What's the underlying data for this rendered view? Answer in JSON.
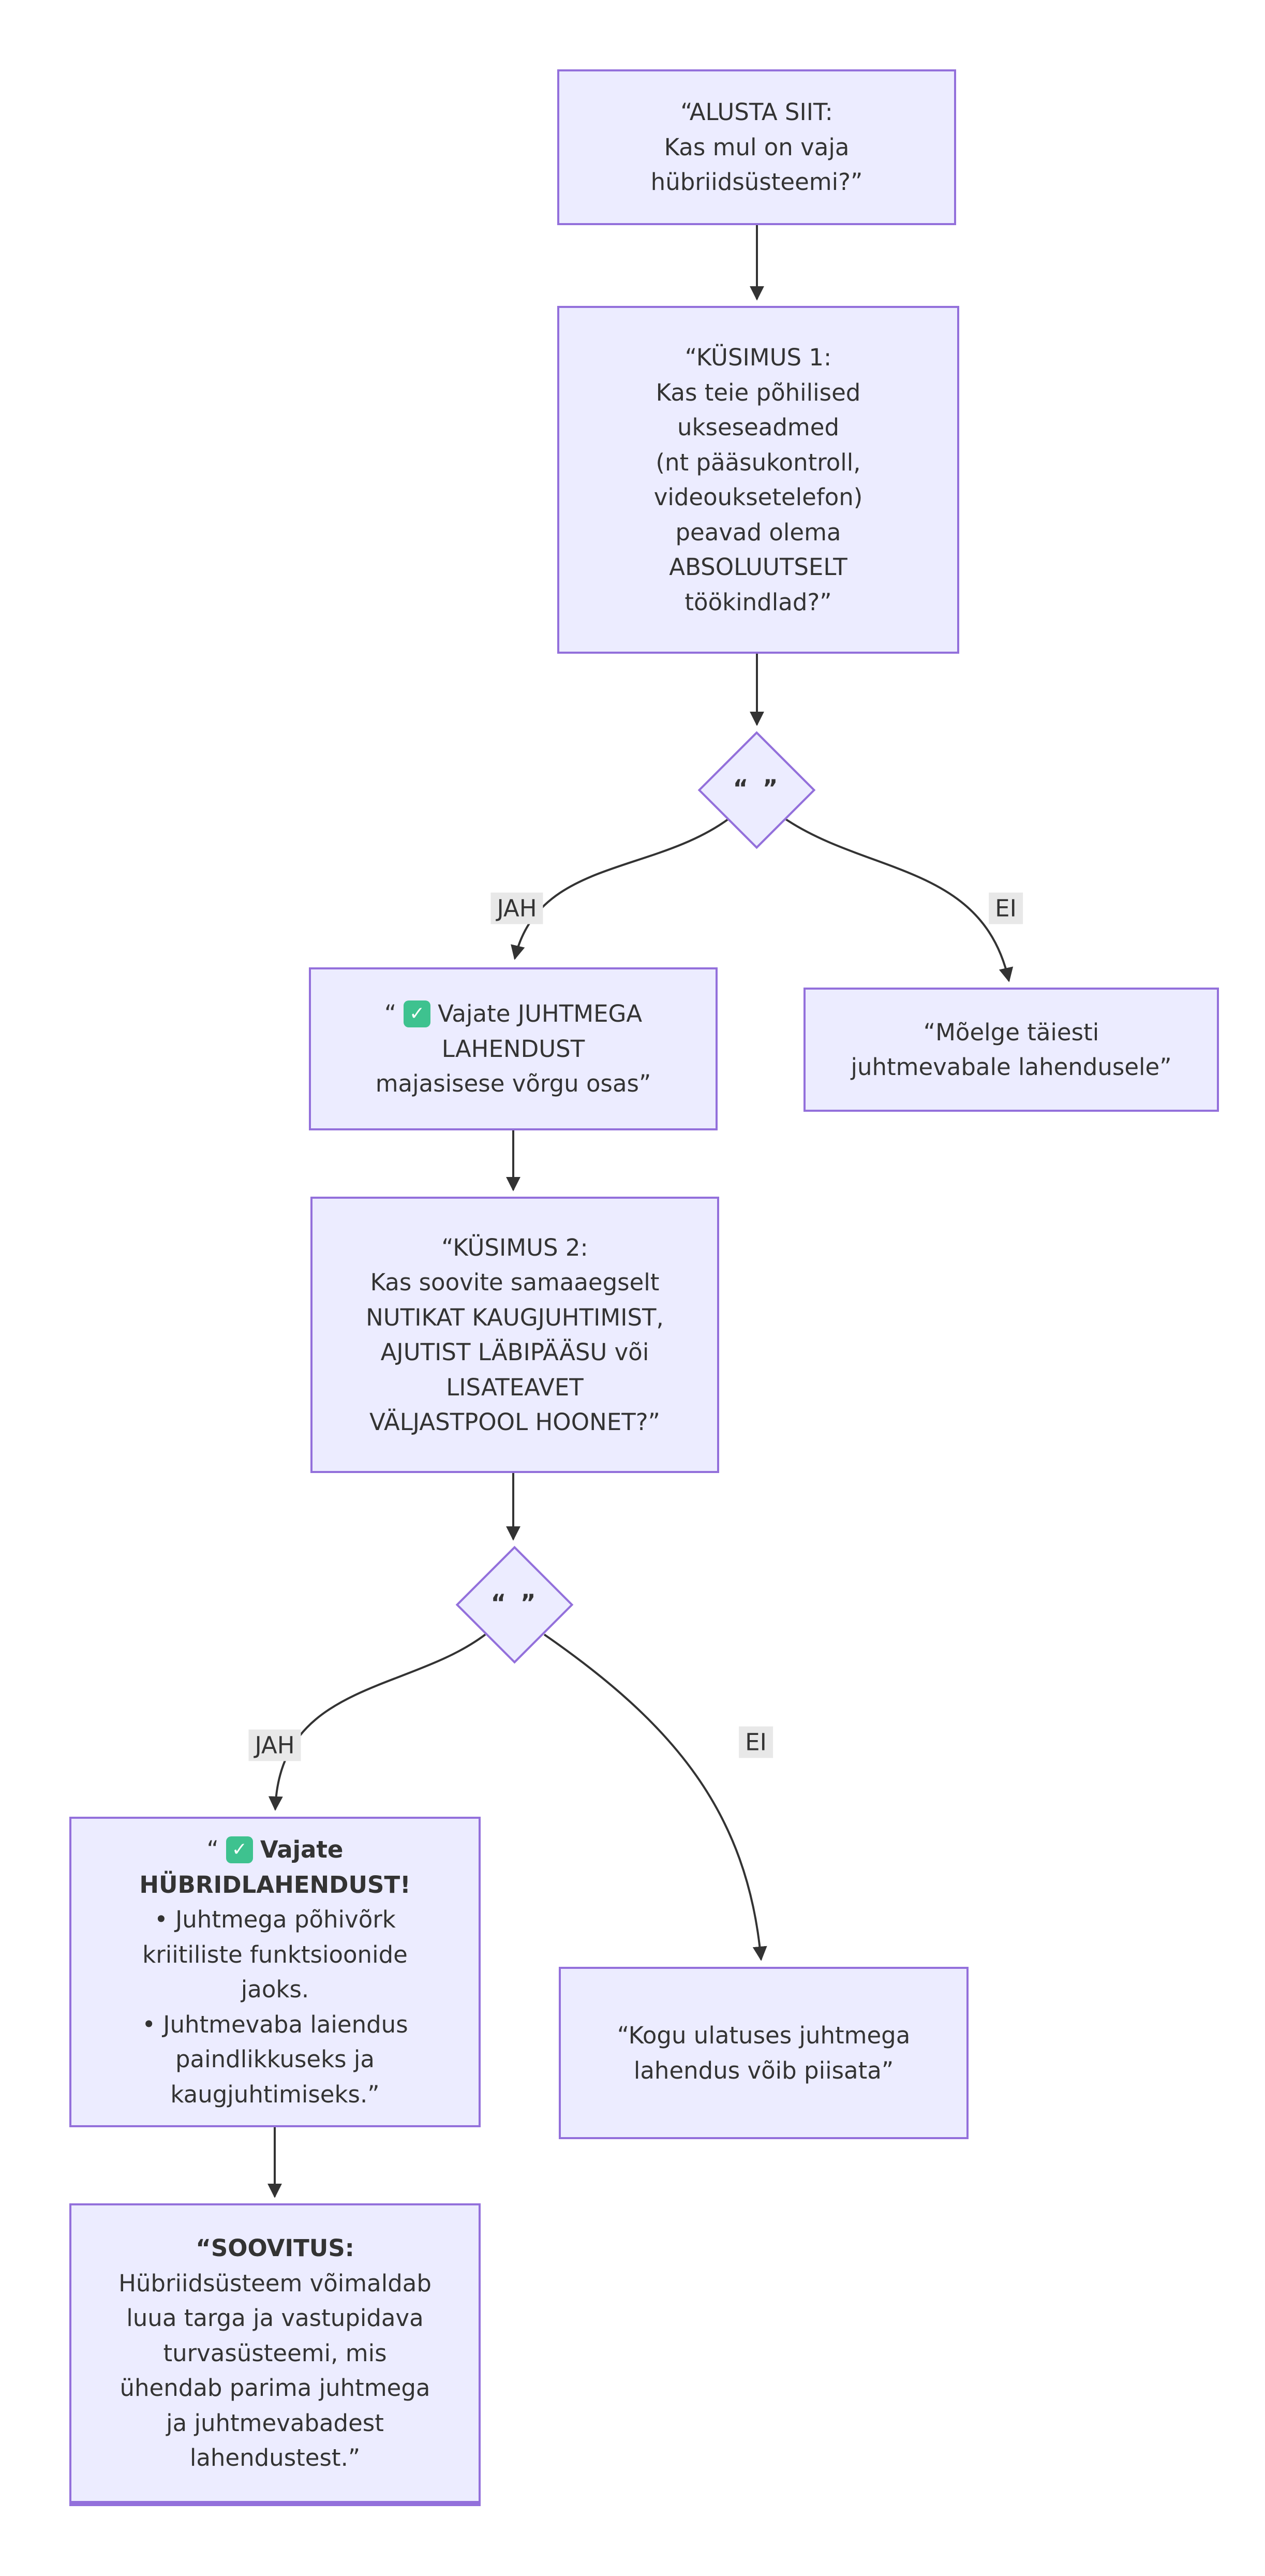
{
  "diagram": {
    "nodes": {
      "start": {
        "lines": [
          "“ALUSTA SIIT:",
          "Kas mul on vaja",
          "hübriidsüsteemi?”"
        ]
      },
      "q1": {
        "lines": [
          "“KÜSIMUS 1:",
          "Kas teie põhilised",
          "ukseseadmed",
          "(nt pääsukontroll,",
          "videouksetelefon)",
          "peavad olema",
          "ABSOLUUTSELT",
          "töökindlad?”"
        ]
      },
      "decision1": {
        "label": "“ ”"
      },
      "wired": {
        "quote": "“",
        "line1_rest": "Vajate JUHTMEGA",
        "lines": [
          "LAHENDUST",
          "majasisese võrgu osas”"
        ]
      },
      "wireless": {
        "lines": [
          "“Mõelge täiesti",
          "juhtmevabale lahendusele”"
        ]
      },
      "q2": {
        "lines": [
          "“KÜSIMUS 2:",
          "Kas soovite samaaegselt",
          "NUTIKAT KAUGJUHTIMIST,",
          "AJUTIST LÄBIPÄÄSU või",
          "LISATEAVET",
          "VÄLJASTPOOL HOONET?”"
        ]
      },
      "decision2": {
        "label": "“ ”"
      },
      "hybrid": {
        "quote": "“",
        "line1_bold": "Vajate",
        "line2_bold": "HÜBRIDLAHENDUST!",
        "lines": [
          "• Juhtmega põhivõrk",
          "kriitiliste funktsioonide",
          "jaoks.",
          "• Juhtmevaba laiendus",
          "paindlikkuseks ja",
          "kaugjuhtimiseks.”"
        ]
      },
      "fullwired": {
        "lines": [
          "“Kogu ulatuses juhtmega",
          "lahendus võib piisata”"
        ]
      },
      "advice": {
        "line1_bold": "“SOOVITUS:",
        "lines": [
          "Hübriidsüsteem võimaldab",
          "luua targa ja vastupidava",
          "turvasüsteemi, mis",
          "ühendab parima juhtmega",
          "ja juhtmevabadest",
          "lahendustest.”"
        ]
      }
    },
    "edge_labels": {
      "yes1": "JAH",
      "no1": "EI",
      "yes2": "JAH",
      "no2": "EI"
    },
    "icons": {
      "check": "✓"
    },
    "colors": {
      "canvas_bg": "#FFFFFF",
      "node_fill": "#ECECFF",
      "node_border": "#9370DB",
      "text_color": "#333333",
      "edge_color": "#333333",
      "label_bg": "#E8E8E8",
      "check_green": "#3EC28F"
    }
  }
}
